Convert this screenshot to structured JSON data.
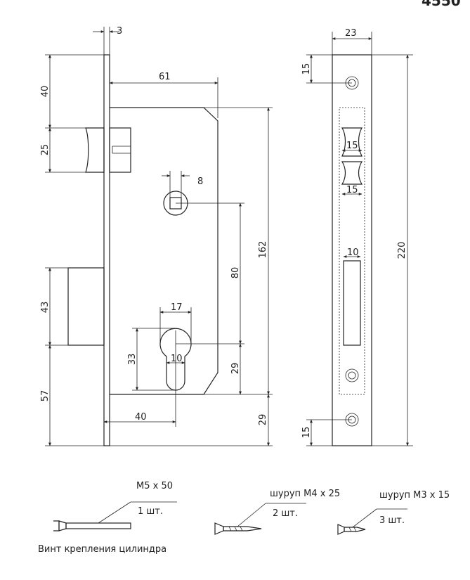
{
  "model_partial": "4550",
  "dimensions": {
    "faceplate_thickness": "3",
    "backset": "61",
    "to_latch": "40",
    "latch_height": "25",
    "spindle_square": "8",
    "bolt_height": "43",
    "lower_offset": "57",
    "center_distance": "80",
    "case_height": "162",
    "cylinder_width": "17",
    "cylinder_height": "33",
    "cylinder_slot": "10",
    "cylinder_to_bottom": "29",
    "below_case": "29",
    "cylinder_backset": "40",
    "strike_width": "23",
    "strike_top_hole": "15",
    "strike_latch_window": "15",
    "strike_latch_window_2": "15",
    "strike_bolt_window": "10",
    "strike_height": "220",
    "strike_bottom_hole": "15"
  },
  "hardware": [
    {
      "spec": "M5 x 50",
      "qty": "1 шт.",
      "caption": "Винт крепления цилиндра"
    },
    {
      "spec": "шуруп M4 x 25",
      "qty": "2 шт."
    },
    {
      "spec": "шуруп M3 x 15",
      "qty": "3 шт."
    }
  ]
}
